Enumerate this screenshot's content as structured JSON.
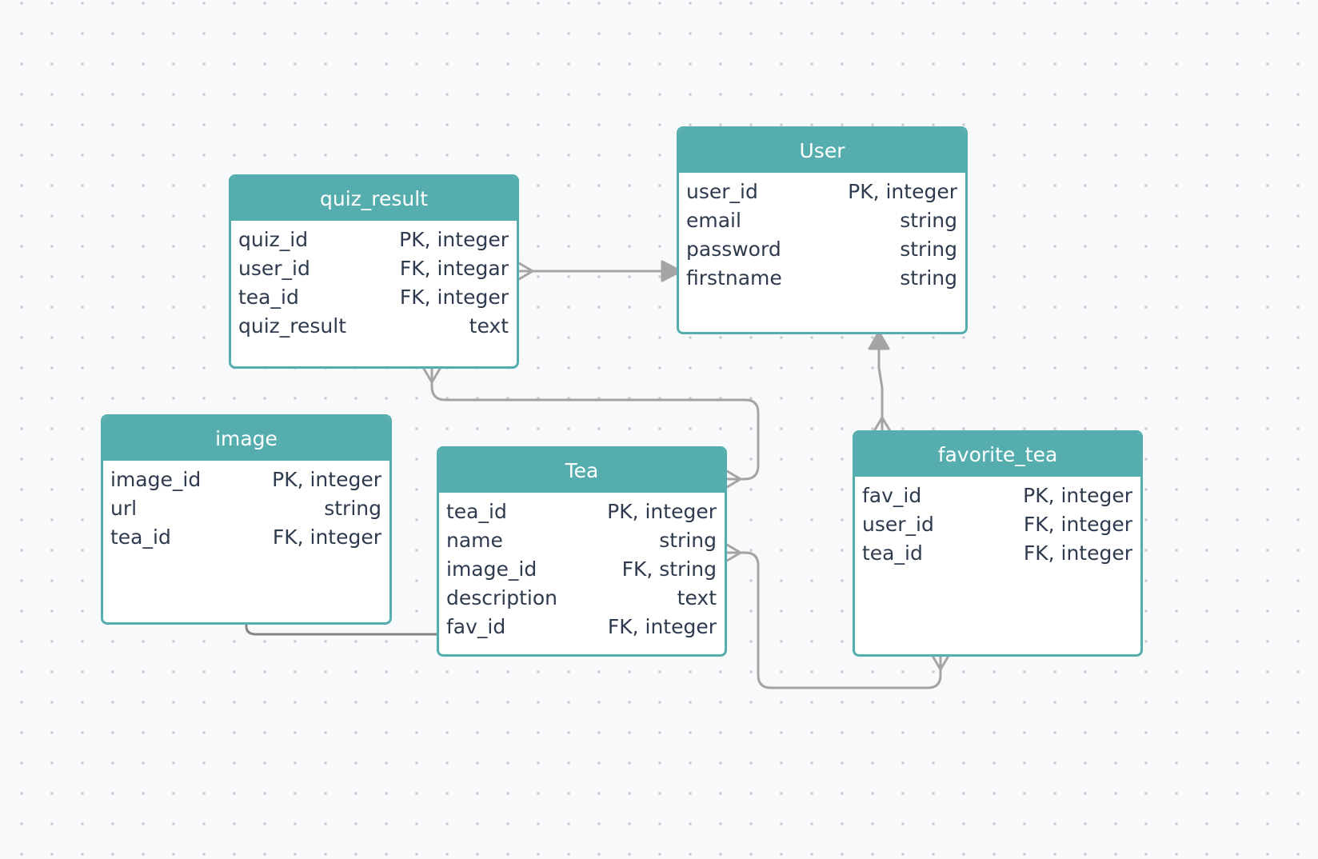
{
  "diagram": {
    "type": "entity-relationship",
    "colors": {
      "header": "#55adae",
      "border": "#55adae",
      "header_text": "#ffffff",
      "row_text": "#2e3a4d",
      "connector": "#a4a4a4",
      "connector_dark": "#858585",
      "background": "#f8f9fb",
      "grid_dot": "#c9ccd3"
    },
    "entities": [
      {
        "id": "user",
        "title": "User",
        "fields": [
          {
            "name": "user_id",
            "type": "PK, integer"
          },
          {
            "name": "email",
            "type": "string"
          },
          {
            "name": "password",
            "type": "string"
          },
          {
            "name": "firstname",
            "type": "string"
          }
        ]
      },
      {
        "id": "quiz_result",
        "title": "quiz_result",
        "fields": [
          {
            "name": "quiz_id",
            "type": "PK, integer"
          },
          {
            "name": "user_id",
            "type": "FK, integar"
          },
          {
            "name": "tea_id",
            "type": "FK, integer"
          },
          {
            "name": "quiz_result",
            "type": "text"
          }
        ]
      },
      {
        "id": "image",
        "title": "image",
        "fields": [
          {
            "name": "image_id",
            "type": "PK, integer"
          },
          {
            "name": "url",
            "type": "string"
          },
          {
            "name": "tea_id",
            "type": "FK, integer"
          }
        ]
      },
      {
        "id": "tea",
        "title": "Tea",
        "fields": [
          {
            "name": "tea_id",
            "type": "PK, integer"
          },
          {
            "name": "name",
            "type": "string"
          },
          {
            "name": "image_id",
            "type": "FK, string"
          },
          {
            "name": "description",
            "type": "text"
          },
          {
            "name": "fav_id",
            "type": "FK, integer"
          }
        ]
      },
      {
        "id": "favorite_tea",
        "title": "favorite_tea",
        "fields": [
          {
            "name": "fav_id",
            "type": "PK, integer"
          },
          {
            "name": "user_id",
            "type": "FK, integer"
          },
          {
            "name": "tea_id",
            "type": "FK, integer"
          }
        ]
      }
    ],
    "relationships": [
      {
        "from": "quiz_result",
        "to": "user",
        "from_end": "many",
        "to_end": "arrow"
      },
      {
        "from": "quiz_result",
        "to": "tea",
        "from_end": "many",
        "to_end": "many"
      },
      {
        "from": "favorite_tea",
        "to": "user",
        "from_end": "many",
        "to_end": "arrow"
      },
      {
        "from": "tea",
        "to": "favorite_tea",
        "from_end": "many",
        "to_end": "many"
      },
      {
        "from": "image",
        "to": "tea",
        "from_end": "plain",
        "to_end": "plain"
      }
    ]
  }
}
